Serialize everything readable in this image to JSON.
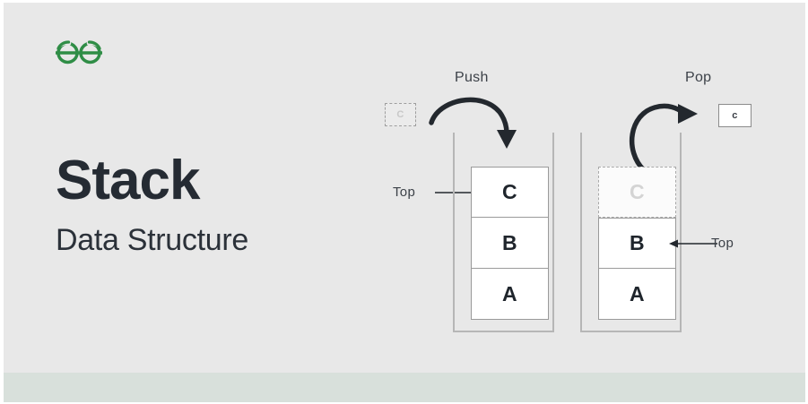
{
  "slide": {
    "background_color": "#e8e8e8",
    "footer_band_color": "#d8e0db",
    "brand_color": "#2f8d46",
    "text_color": "#252b33"
  },
  "logo": {
    "name": "geeksforgeeks-logo",
    "alt": "GeeksforGeeks"
  },
  "heading": {
    "title": "Stack",
    "subtitle": "Data Structure"
  },
  "diagrams": [
    {
      "id": "push",
      "operation_label": "Push",
      "pointer_label": "Top",
      "pointer_direction": "right",
      "arrow_direction": "down-into-stack",
      "outside_chip": {
        "label": "C",
        "style": "dashed-ghost",
        "position": "left-of-stack"
      },
      "cells": [
        {
          "label": "C",
          "style": "solid",
          "is_top": true
        },
        {
          "label": "B",
          "style": "solid",
          "is_top": false
        },
        {
          "label": "A",
          "style": "solid",
          "is_top": false
        }
      ]
    },
    {
      "id": "pop",
      "operation_label": "Pop",
      "pointer_label": "Top",
      "pointer_direction": "left",
      "arrow_direction": "up-out-of-stack",
      "outside_chip": {
        "label": "c",
        "style": "solid",
        "position": "right-of-stack"
      },
      "cells": [
        {
          "label": "C",
          "style": "dashed-ghost",
          "is_top": false
        },
        {
          "label": "B",
          "style": "solid",
          "is_top": true
        },
        {
          "label": "A",
          "style": "solid",
          "is_top": false
        }
      ]
    }
  ]
}
